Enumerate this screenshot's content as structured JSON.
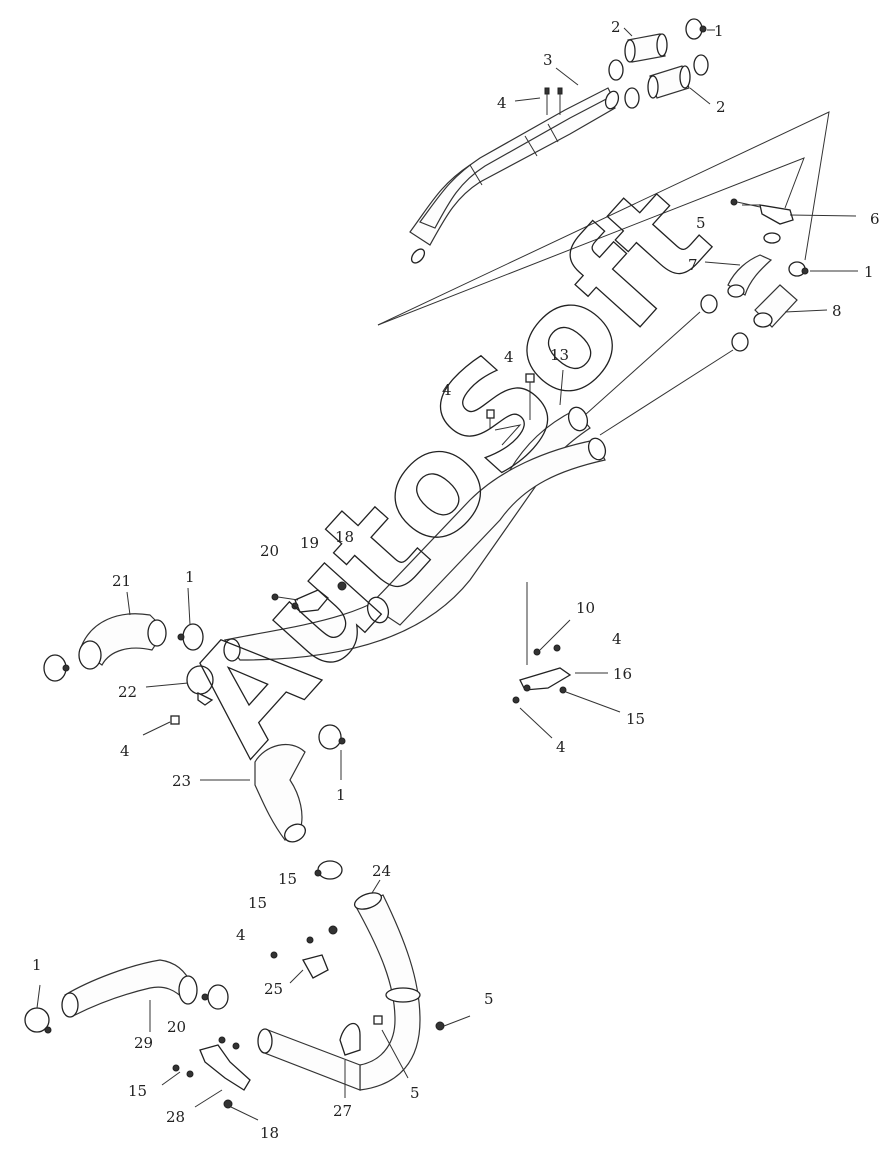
{
  "watermark": "AutoSoft",
  "callouts": {
    "c1a": "1",
    "c1b": "1",
    "c1c": "1",
    "c1d": "1",
    "c1e": "1",
    "c2a": "2",
    "c2b": "2",
    "c3": "3",
    "c4a": "4",
    "c4b": "4",
    "c4c": "4",
    "c4d": "4",
    "c4e": "4",
    "c4f": "4",
    "c4g": "4",
    "c5a": "5",
    "c5b": "5",
    "c5c": "5",
    "c6": "6",
    "c7": "7",
    "c8": "8",
    "c10": "10",
    "c13": "13",
    "c15a": "15",
    "c15b": "15",
    "c15c": "15",
    "c15d": "15",
    "c16": "16",
    "c18a": "18",
    "c18b": "18",
    "c19": "19",
    "c20a": "20",
    "c20b": "20",
    "c21": "21",
    "c22": "22",
    "c23": "23",
    "c24": "24",
    "c25": "25",
    "c27": "27",
    "c28": "28",
    "c29": "29"
  }
}
